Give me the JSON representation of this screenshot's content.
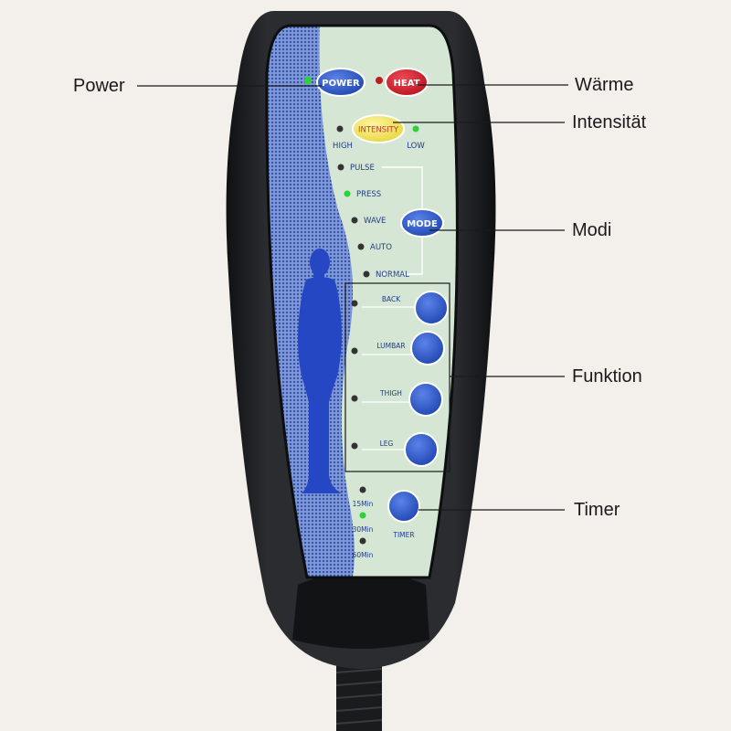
{
  "callouts": {
    "power": "Power",
    "waerme": "Wärme",
    "intensitaet": "Intensität",
    "modi": "Modi",
    "funktion": "Funktion",
    "timer": "Timer"
  },
  "remote": {
    "power_button": "POWER",
    "heat_button": "HEAT",
    "intensity_button": "INTENSITY",
    "intensity_high": "HIGH",
    "intensity_low": "LOW",
    "mode_button": "MODE",
    "modes": [
      "PULSE",
      "PRESS",
      "WAVE",
      "AUTO",
      "NORMAL"
    ],
    "zones": [
      "BACK",
      "LUMBAR",
      "THIGH",
      "LEG"
    ],
    "timer_button": "TIMER",
    "timer_options": [
      "15Min",
      "30Min",
      "60Min"
    ]
  },
  "colors": {
    "background": "#f3efeb",
    "body": "#1e1f22",
    "panel": "#d6e6d4",
    "pattern": "#3f5fb2",
    "blue_button": "#2d58c8",
    "heat_button": "#d42433",
    "intensity_button": "#f1e65a",
    "led_green": "#2bd23a",
    "led_red": "#c01d20",
    "led_off": "#333333"
  }
}
